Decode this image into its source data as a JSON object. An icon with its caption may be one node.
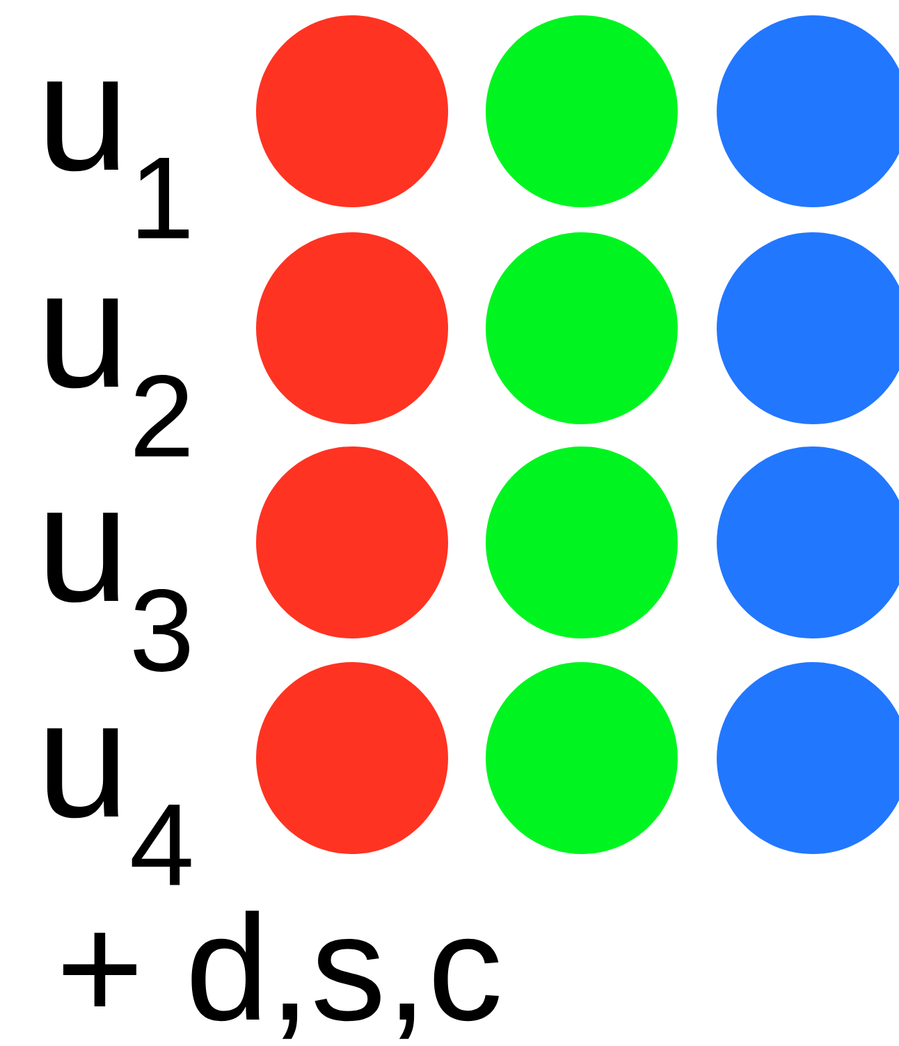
{
  "diagram": {
    "nodes": [
      {
        "text": [],
        "shape": "circle"
      },
      {
        "text": [],
        "shape": "circle"
      },
      {
        "text": [],
        "shape": "circle"
      },
      {
        "text": [],
        "shape": "circle"
      },
      {
        "text": [],
        "shape": "circle"
      },
      {
        "text": [],
        "shape": "circle"
      },
      {
        "text": [],
        "shape": "circle"
      },
      {
        "text": [],
        "shape": "circle"
      },
      {
        "text": [],
        "shape": "circle"
      },
      {
        "text": [],
        "shape": "circle"
      },
      {
        "text": [],
        "shape": "circle"
      },
      {
        "text": [],
        "shape": "circle"
      }
    ],
    "labels": [
      "u$_{1}$",
      "u$_{2}$",
      "u$_{3}$",
      "u$_{4}$",
      "+ d,s,c"
    ]
  }
}
